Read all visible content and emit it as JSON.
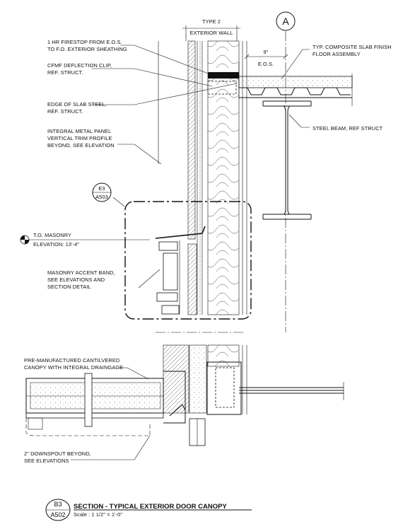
{
  "wall": {
    "type_label": "TYPE 2",
    "name_label": "EXTERIOR WALL"
  },
  "grid_bubble": "A",
  "dimensions": {
    "slab_edge_offset": "9\"",
    "eos": "E.O.S."
  },
  "callouts": {
    "firestop": [
      "1 HR FIRESTOP FROM E.O.S.",
      "TO F.O. EXTERIOR SHEATHING"
    ],
    "deflection_clip": [
      "CFMF DEFLECTION CLIP,",
      "REF. STRUCT."
    ],
    "edge_of_slab": [
      "EDGE OF SLAB STEEL,",
      "REF. STRUCT."
    ],
    "metal_panel": [
      "INTEGRAL METAL PANEL",
      "VERTICAL TRIM PROFILE",
      "BEYOND, SEE ELEVATION"
    ],
    "slab_finish": [
      "TYP. COMPOSITE SLAB FINISH",
      "FLOOR ASSEMBLY"
    ],
    "steel_beam": "STEEL BEAM, REF STRUCT",
    "masonry_band": [
      "MASONRY ACCENT BAND,",
      "SEE ELEVATIONS AND",
      "SECTION DETAIL"
    ],
    "canopy": [
      "PRE-MANUFACTURED CANTILVERED",
      "CANOPY WITH INTEGRAL DRAINGAGE"
    ],
    "downspout": [
      "2\" DOWNSPOUT BEYOND,",
      "SEE ELEVATIONS"
    ]
  },
  "elevation_marker": {
    "line1": "T.O. MASONRY",
    "line2": "ELEVATION: 13'-4\""
  },
  "detail_ref": {
    "top": "E3",
    "bottom": "A503"
  },
  "title_block": {
    "ref_top": "B3",
    "ref_bottom": "A502",
    "title": "SECTION - TYPICAL EXTERIOR DOOR CANOPY",
    "scale": "Scale :  1 1/2\" = 1'-0\""
  }
}
